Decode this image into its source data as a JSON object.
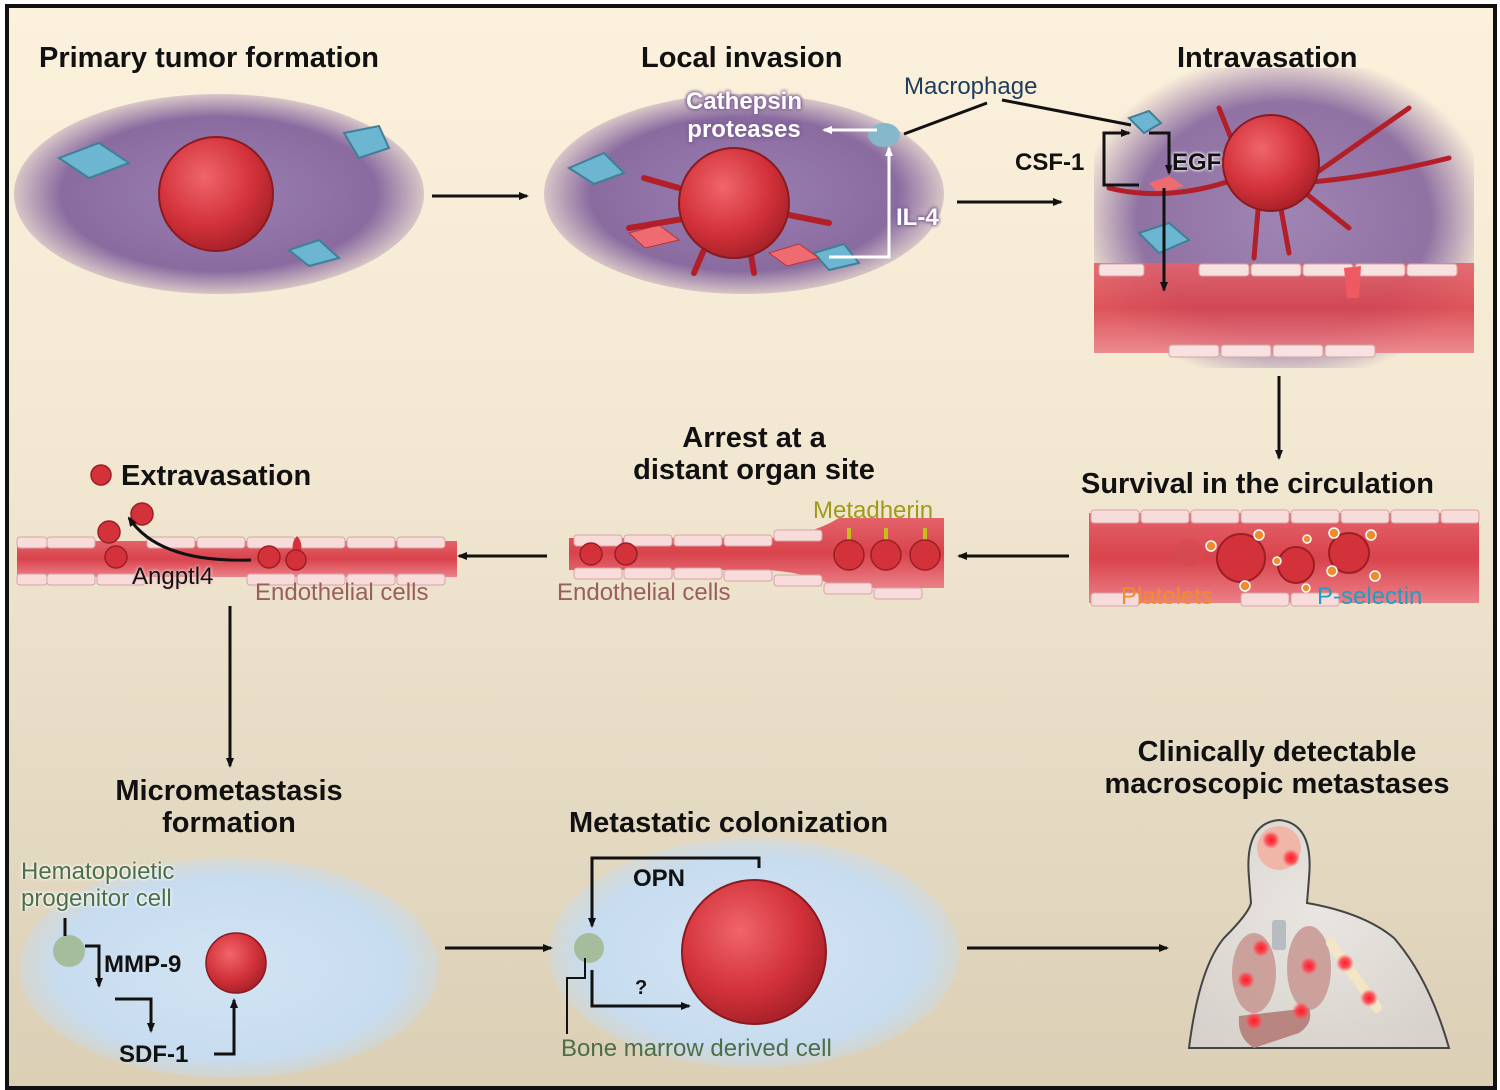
{
  "colors": {
    "tumor": "#d3323a",
    "tissue_purple": "#8e6fa3",
    "macrophage_blue": "#6cb6d2",
    "vessel_red": "#d9434c",
    "endothelial_pink": "#f3c3c5",
    "platelet_orange": "#f08c2c",
    "p_selectin_cyan": "#1d9fc6",
    "metadherin_olive": "#a09a1c",
    "endothelial_label": "#9a5e5c",
    "hematopoietic_green": "#4c6f4a",
    "macrophage_label": "#1f3d5a",
    "cathepsin_purple": "#7e5f93"
  },
  "stages": [
    {
      "id": "primary",
      "title": "Primary tumor formation"
    },
    {
      "id": "local_invasion",
      "title": "Local invasion"
    },
    {
      "id": "intravasation",
      "title": "Intravasation"
    },
    {
      "id": "survival",
      "title": "Survival in the circulation"
    },
    {
      "id": "arrest",
      "title_line1": "Arrest at a",
      "title_line2": "distant organ site"
    },
    {
      "id": "extravasation",
      "title": "Extravasation"
    },
    {
      "id": "micrometastasis",
      "title_line1": "Micrometastasis",
      "title_line2": "formation"
    },
    {
      "id": "colonization",
      "title": "Metastatic colonization"
    },
    {
      "id": "macroscopic",
      "title_line1": "Clinically detectable",
      "title_line2": "macroscopic metastases"
    }
  ],
  "labels": {
    "cathepsin_line1": "Cathepsin",
    "cathepsin_line2": "proteases",
    "macrophage": "Macrophage",
    "il4": "IL-4",
    "csf1": "CSF-1",
    "egf": "EGF",
    "platelets": "Platelets",
    "p_selectin": "P-selectin",
    "metadherin": "Metadherin",
    "endothelial_arrest": "Endothelial cells",
    "endothelial_extra": "Endothelial cells",
    "angptl4": "Angptl4",
    "hematopoietic_line1": "Hematopoietic",
    "hematopoietic_line2": "progenitor cell",
    "mmp9": "MMP-9",
    "sdf1": "SDF-1",
    "opn": "OPN",
    "question": "?",
    "bone_marrow": "Bone marrow derived cell"
  },
  "flow_arrows": [
    {
      "from": "primary",
      "to": "local_invasion"
    },
    {
      "from": "local_invasion",
      "to": "intravasation"
    },
    {
      "from": "intravasation",
      "to": "survival"
    },
    {
      "from": "survival",
      "to": "arrest"
    },
    {
      "from": "arrest",
      "to": "extravasation"
    },
    {
      "from": "extravasation",
      "to": "micrometastasis"
    },
    {
      "from": "micrometastasis",
      "to": "colonization"
    },
    {
      "from": "colonization",
      "to": "macroscopic"
    }
  ],
  "metastasis_sites": [
    "brain",
    "brain",
    "lung",
    "lung",
    "lung",
    "liver",
    "liver",
    "bone",
    "bone"
  ]
}
